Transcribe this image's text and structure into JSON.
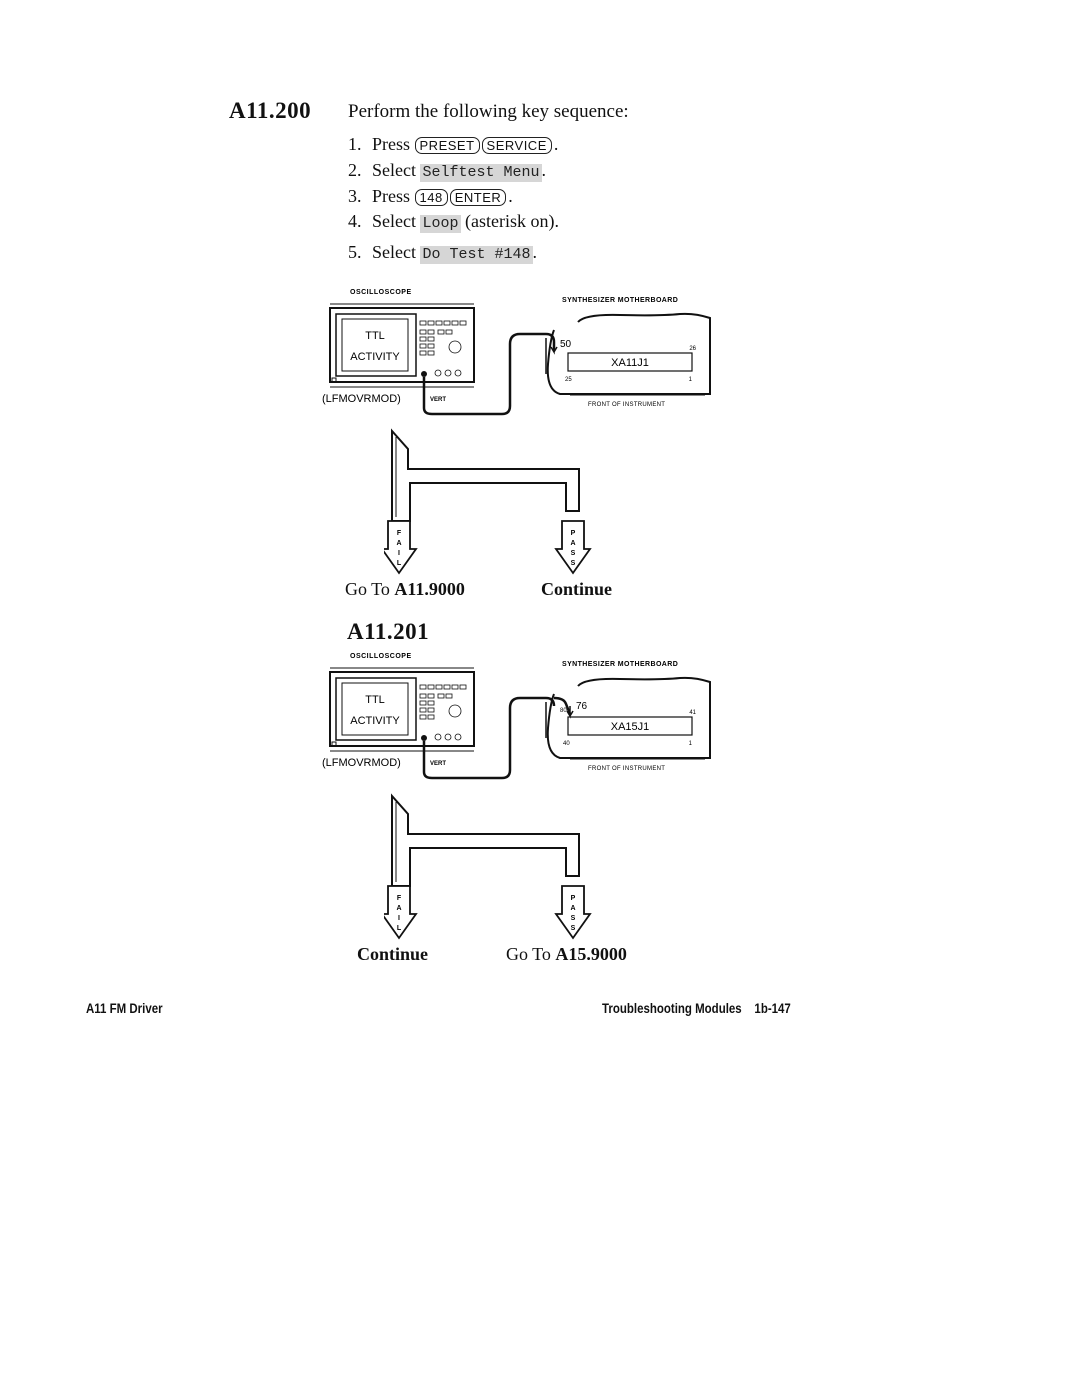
{
  "section1": {
    "id": "A11.200",
    "intro": "Perform the following key sequence:",
    "steps": [
      {
        "num": "1.",
        "text": "Press",
        "keys": [
          "PRESET",
          "SERVICE"
        ],
        "end": "."
      },
      {
        "num": "2.",
        "text": "Select",
        "softkey": "Selftest Menu",
        "end": "."
      },
      {
        "num": "3.",
        "text": "Press",
        "keys": [
          "148",
          "ENTER"
        ],
        "end": "."
      },
      {
        "num": "4.",
        "text": "Select",
        "softkey": "Loop",
        "end": "(asterisk on)."
      },
      {
        "num": "5.",
        "text": "Select",
        "softkey": "Do Test #148",
        "end": "."
      }
    ],
    "diagram": {
      "oscilloscope_label": "OSCILLOSCOPE",
      "screen_line1": "TTL",
      "screen_line2": "ACTIVITY",
      "probe_label": "(LFMOVRMOD)",
      "vert_label": "VERT",
      "board_label": "SYNTHESIZER MOTHERBOARD",
      "connector": "XA11J1",
      "pin_probe": "50",
      "pin_tr": "26",
      "pin_bl": "25",
      "pin_br": "1",
      "front_label": "FRONT OF INSTRUMENT"
    },
    "fail_letters": [
      "F",
      "A",
      "I",
      "L"
    ],
    "pass_letters": [
      "P",
      "A",
      "S",
      "S"
    ],
    "fail_prefix": "Go To",
    "fail_target": "A11.9000",
    "pass_result": "Continue"
  },
  "section2": {
    "id": "A11.201",
    "diagram": {
      "oscilloscope_label": "OSCILLOSCOPE",
      "screen_line1": "TTL",
      "screen_line2": "ACTIVITY",
      "probe_label": "(LFMOVRMOD)",
      "vert_label": "VERT",
      "board_label": "SYNTHESIZER MOTHERBOARD",
      "connector": "XA15J1",
      "pin_probe": "76",
      "pin_tl": "80",
      "pin_tr": "41",
      "pin_bl": "40",
      "pin_br": "1",
      "front_label": "FRONT OF INSTRUMENT"
    },
    "fail_result": "Continue",
    "pass_prefix": "Go To",
    "pass_target": "A15.9000"
  },
  "footer": {
    "left": "A11 FM Driver",
    "right": "Troubleshooting Modules",
    "page": "1b-147"
  }
}
